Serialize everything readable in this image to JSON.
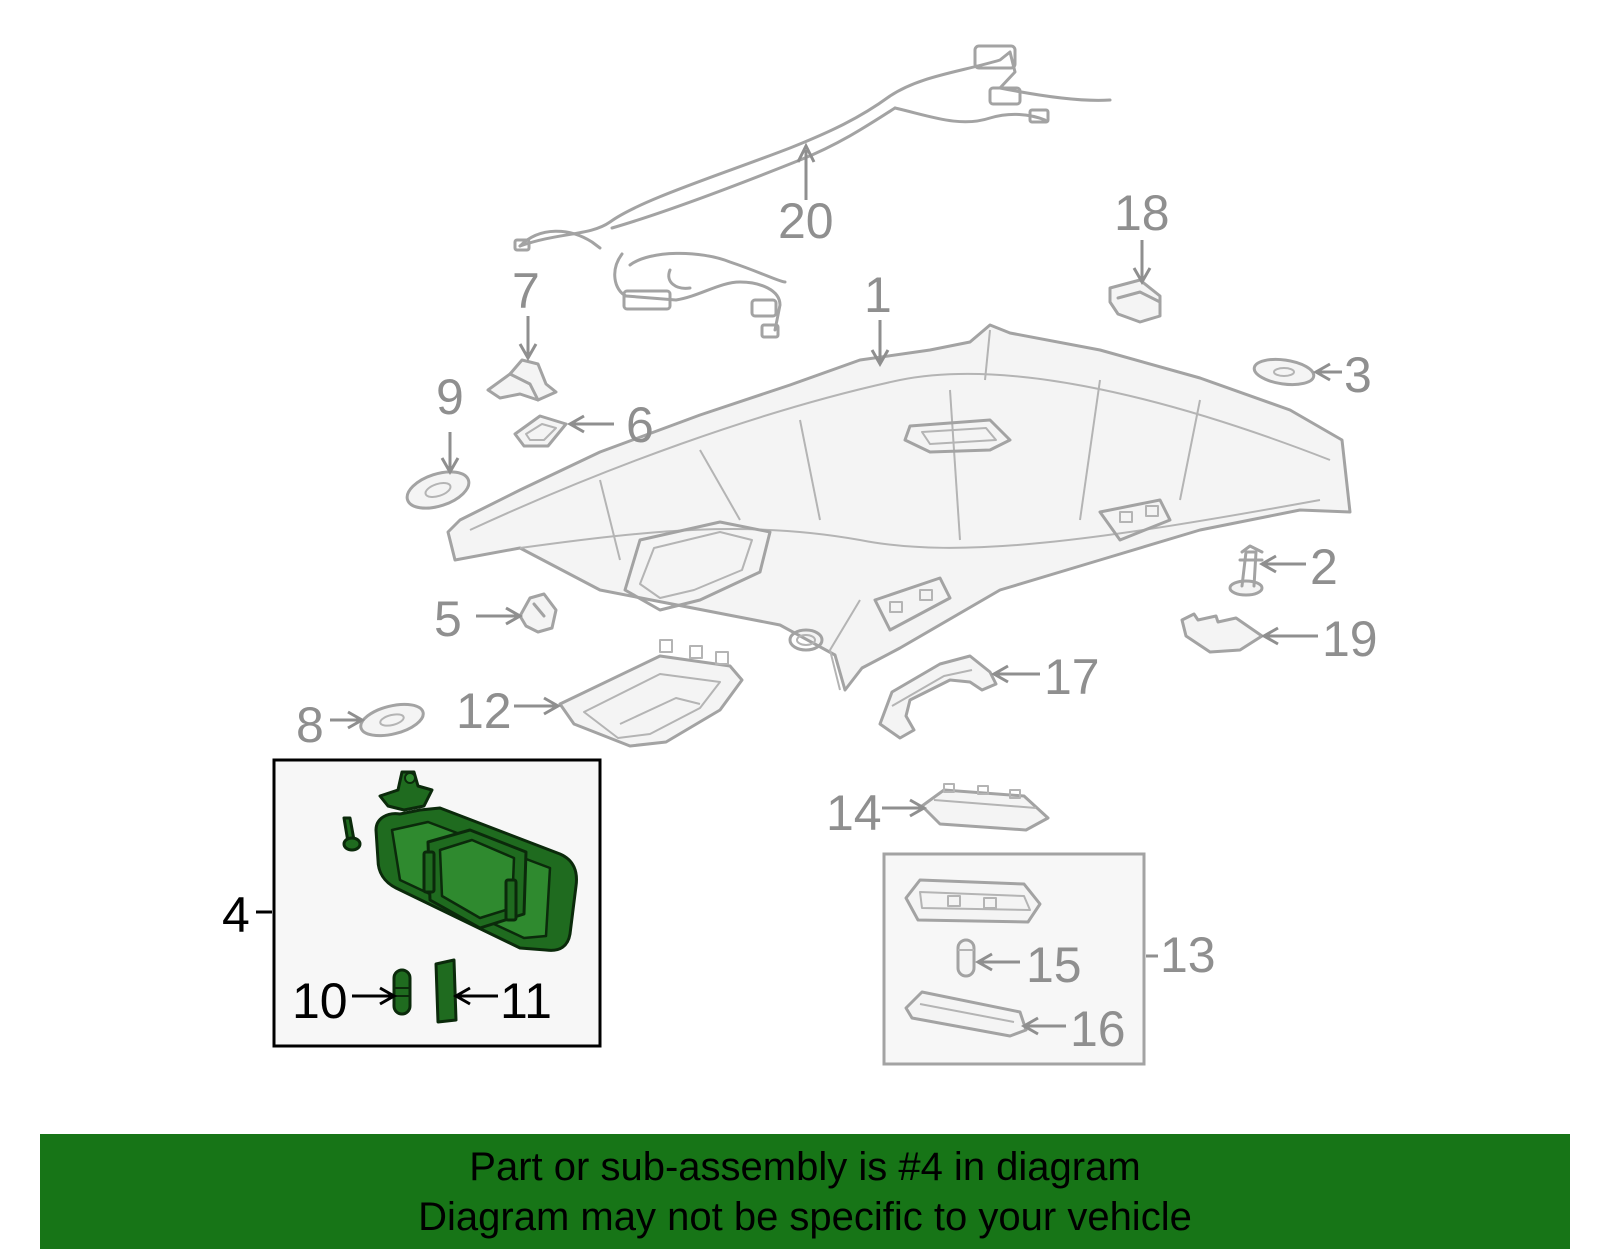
{
  "callouts": {
    "c1": "1",
    "c2": "2",
    "c3": "3",
    "c4": "4",
    "c5": "5",
    "c6": "6",
    "c7": "7",
    "c8": "8",
    "c9": "9",
    "c10": "10",
    "c11": "11",
    "c12": "12",
    "c13": "13",
    "c14": "14",
    "c15": "15",
    "c16": "16",
    "c17": "17",
    "c18": "18",
    "c19": "19",
    "c20": "20"
  },
  "highlight_color": "#1f6b1f",
  "banner": {
    "line1": "Part or sub-assembly is #4 in diagram",
    "line2": "Diagram may not be specific to your vehicle",
    "color": "#177517"
  }
}
